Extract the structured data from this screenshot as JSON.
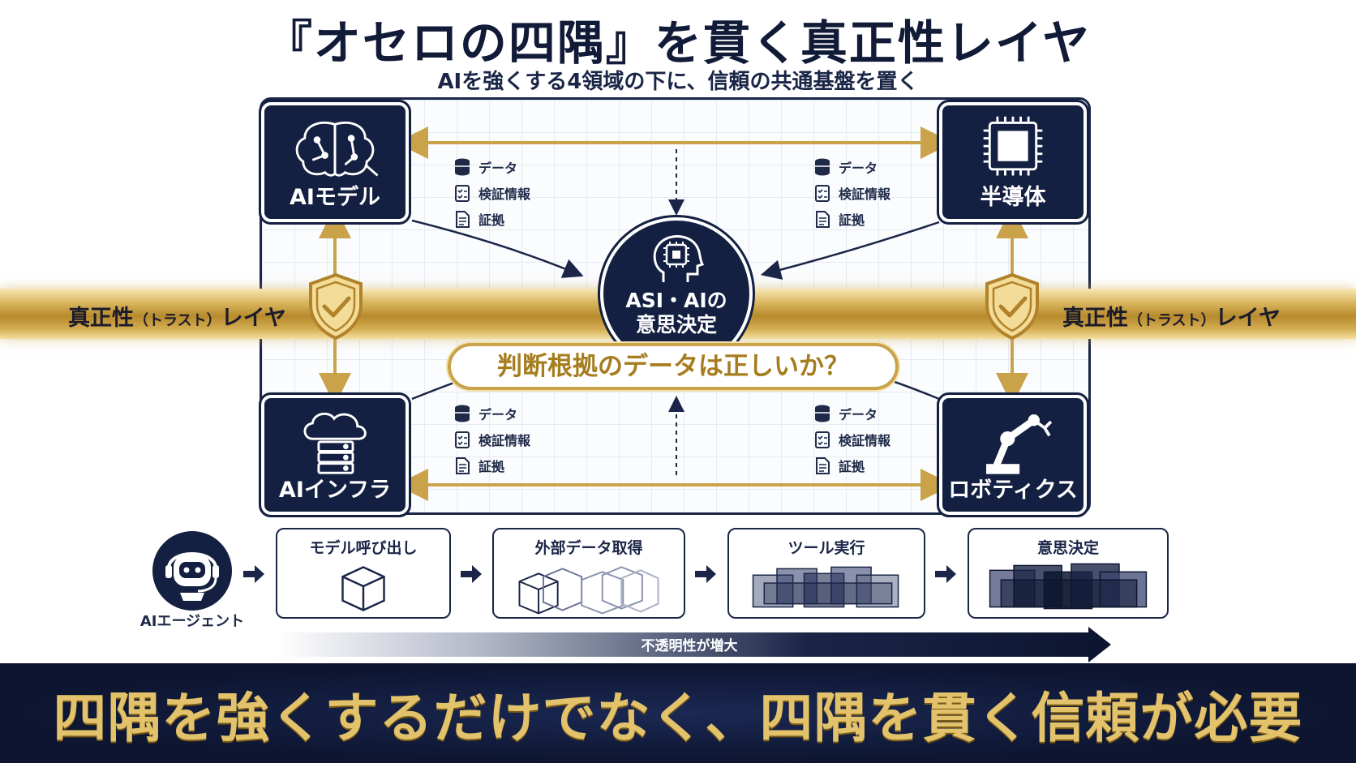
{
  "title": "『オセロの四隅』を貫く真正性レイヤ",
  "subtitle": "AIを強くする4領域の下に、信頼の共通基盤を置く",
  "trust_layer": {
    "main": "真正性",
    "sub": "（トラスト）",
    "tail": "レイヤ"
  },
  "corners": {
    "top_left": {
      "label": "AIモデル",
      "icon": "brain-icon"
    },
    "top_right": {
      "label": "半導体",
      "icon": "chip-icon"
    },
    "bottom_left": {
      "label": "AIインフラ",
      "icon": "cloud-server-icon"
    },
    "bottom_right": {
      "label": "ロボティクス",
      "icon": "robot-arm-icon"
    }
  },
  "evidence": [
    "データ",
    "検証情報",
    "証拠"
  ],
  "center": {
    "line1": "ASI・AIの",
    "line2": "意思決定",
    "icon": "ai-head-icon"
  },
  "question": "判断根拠のデータは正しいか？",
  "agent": {
    "label": "AIエージェント",
    "icon": "robot-agent-icon"
  },
  "steps": [
    "モデル呼び出し",
    "外部データ取得",
    "ツール実行",
    "意思決定"
  ],
  "opacity_label": "不透明性が増大",
  "bottom_message": "四隅を強くするだけでなく、四隅を貫く信頼が必要",
  "colors": {
    "navy": "#142042",
    "gold": "#c9a24a",
    "gold_text": "#e2c26b"
  }
}
